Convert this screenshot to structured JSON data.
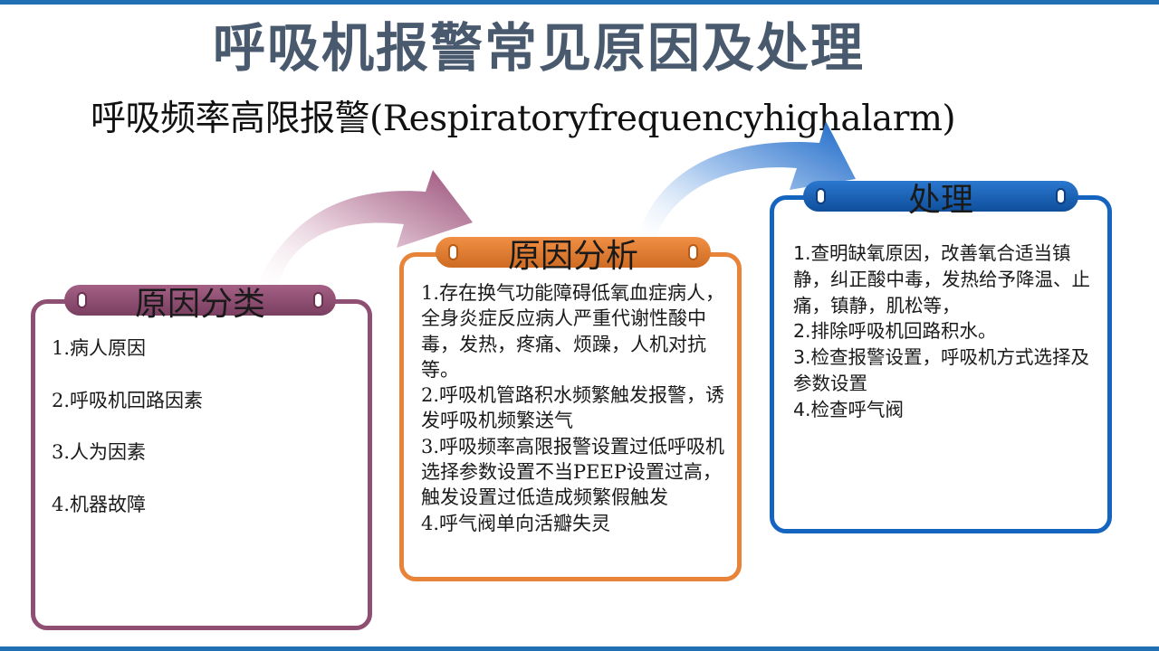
{
  "title": "呼吸机报警常见原因及处理",
  "subtitle": "呼吸频率高限报警(Respiratoryfrequencyhighalarm)",
  "colors": {
    "category": "#8e4f72",
    "analysis": "#e8843a",
    "treatment": "#1565c0",
    "title": "#4a5a6e"
  },
  "sections": {
    "category": {
      "heading": "原因分类",
      "items": [
        "1.病人原因",
        "2.呼吸机回路因素",
        "3.人为因素",
        "4.机器故障"
      ]
    },
    "analysis": {
      "heading": "原因分析",
      "items": [
        "1.存在换气功能障碍低氧血症病人，全身炎症反应病人严重代谢性酸中毒，发热，疼痛、烦躁，人机对抗等。",
        "2.呼吸机管路积水频繁触发报警，诱发呼吸机频繁送气",
        "3.呼吸频率高限报警设置过低呼吸机选择参数设置不当PEEP设置过高，触发设置过低造成频繁假触发",
        "4.呼气阀单向活瓣失灵"
      ]
    },
    "treatment": {
      "heading": "处理",
      "items": [
        "1.查明缺氧原因，改善氧合适当镇静，纠正酸中毒，发热给予降温、止痛，镇静，肌松等，",
        "2.排除呼吸机回路积水。",
        "3.检查报警设置，呼吸机方式选择及参数设置",
        "4.检查呼气阀"
      ]
    }
  }
}
